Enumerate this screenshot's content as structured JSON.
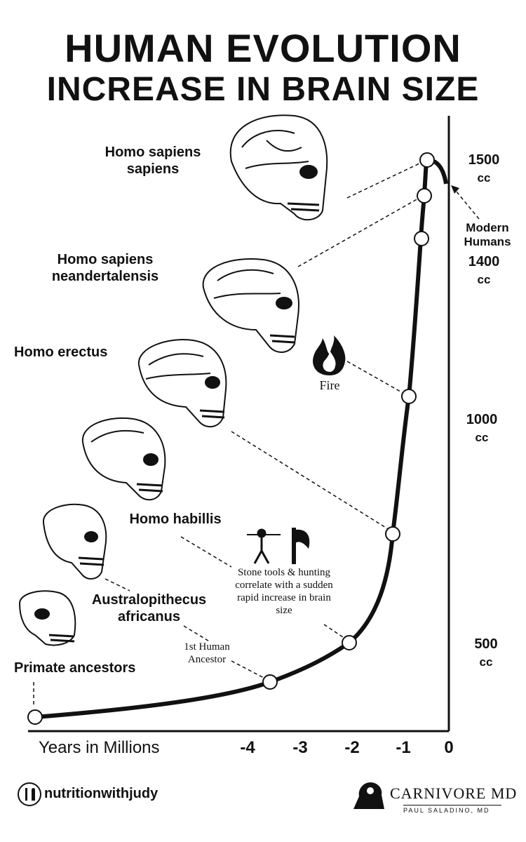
{
  "title": {
    "line1": "HUMAN EVOLUTION",
    "line2": "INCREASE IN BRAIN SIZE"
  },
  "species": {
    "sapiens": "Homo sapiens sapiens",
    "neander": "Homo sapiens neandertalensis",
    "erectus": "Homo erectus",
    "habilis": "Homo habillis",
    "australo": "Australopithecus africanus",
    "primate": "Primate ancestors"
  },
  "events": {
    "fire": "Fire",
    "tools": "Stone tools & hunting correlate with a sudden rapid increase in brain size",
    "first_human": "1st Human Ancestor",
    "modern": "Modern Humans"
  },
  "brain_sizes": [
    {
      "value": "1500",
      "unit": "cc"
    },
    {
      "value": "1400",
      "unit": "cc"
    },
    {
      "value": "1000",
      "unit": "cc"
    },
    {
      "value": "500",
      "unit": "cc"
    }
  ],
  "x_axis": {
    "label": "Years in Millions",
    "ticks": [
      "-4",
      "-3",
      "-2",
      "-1",
      "0"
    ]
  },
  "branding": {
    "left": "nutritionwithjudy",
    "right_name": "CARNIVORE MD",
    "right_sub": "PAUL SALADINO, MD"
  },
  "colors": {
    "ink": "#111111",
    "background": "#ffffff"
  }
}
